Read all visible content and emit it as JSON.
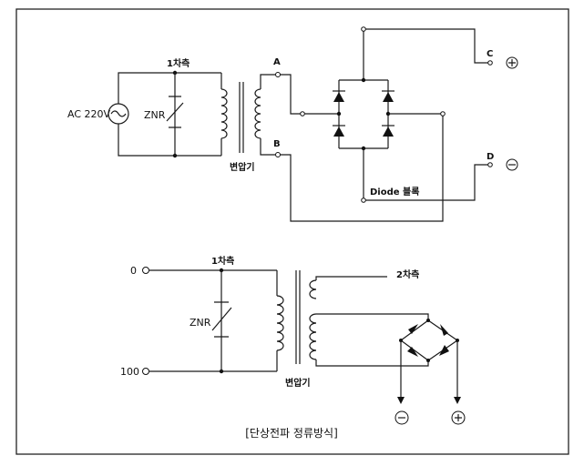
{
  "top_circuit": {
    "source": "AC  220V",
    "zener": "ZNR",
    "primary": "1차측",
    "terminal_a": "A",
    "terminal_b": "B",
    "transformer": "변압기",
    "block": "Diode  블록",
    "terminal_c": "C",
    "terminal_d": "D",
    "plus": "+",
    "minus": "−"
  },
  "bottom_circuit": {
    "input_0": "0",
    "input_100": "100",
    "primary": "1차측",
    "secondary": "2차측",
    "zener": "ZNR",
    "transformer": "변압기",
    "minus": "−",
    "plus": "+"
  },
  "caption": "[단상전파 정류방식]"
}
